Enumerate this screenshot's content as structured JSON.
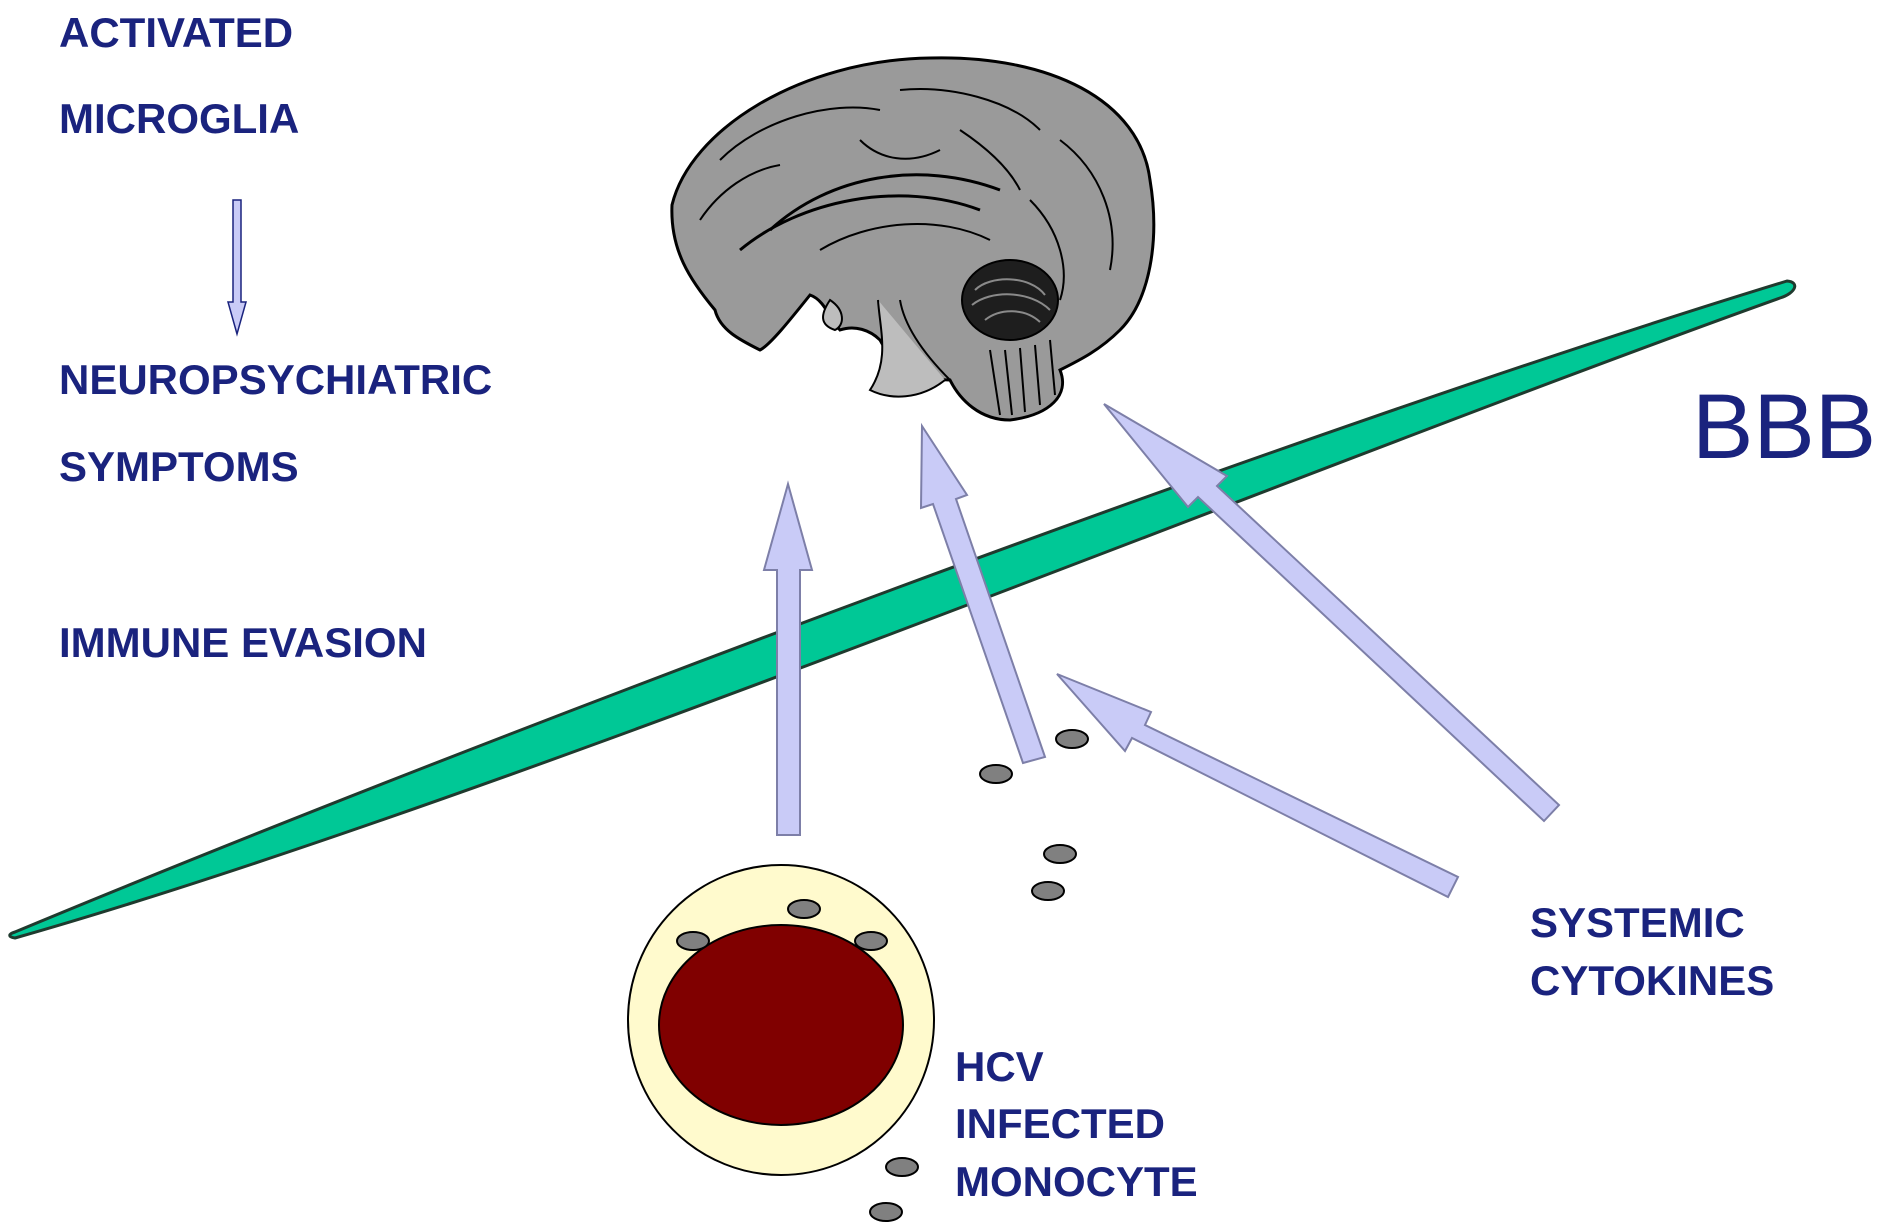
{
  "colors": {
    "text": "#1a237e",
    "barrier_fill": "#00c896",
    "barrier_stroke": "#1f3a2e",
    "arrow_fill": "#c9cbf7",
    "arrow_stroke": "#7d7fa8",
    "cell_fill": "#fffacd",
    "nucleus_fill": "#800000",
    "particle_fill": "#808080",
    "brain_fill": "#9a9a9a"
  },
  "labels": {
    "activated": "ACTIVATED",
    "microglia": "MICROGLIA",
    "neuropsychiatric": "NEUROPSYCHIATRIC",
    "symptoms": "SYMPTOMS",
    "immune_evasion": "IMMUNE EVASION",
    "bbb": "BBB",
    "systemic": "SYSTEMIC",
    "cytokines": "CYTOKINES",
    "hcv": "HCV",
    "infected": "INFECTED",
    "monocyte": "MONOCYTE"
  },
  "icons": {
    "brain": "brain-icon",
    "monocyte": "monocyte-cell-icon",
    "virus": "virus-particle-icon"
  }
}
